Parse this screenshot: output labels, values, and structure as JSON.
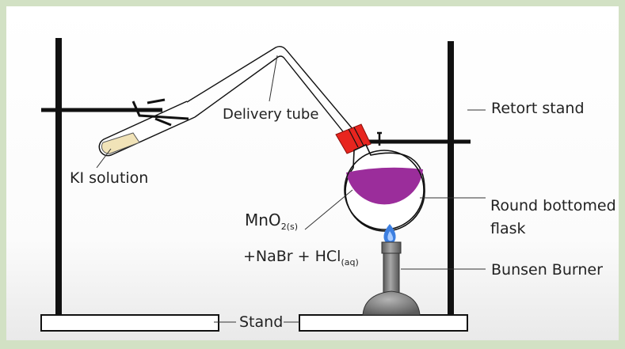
{
  "labels": {
    "delivery_tube": "Delivery tube",
    "retort_stand": "Retort stand",
    "ki_solution": "KI solution",
    "round_bottomed_flask": "Round bottomed flask",
    "mno2_main": "MnO",
    "mno2_sub": "2(s)",
    "reagents_main": "+NaBr + HCl",
    "reagents_sub": "(aq)",
    "bunsen_burner": "Bunsen Burner",
    "stand": "Stand"
  },
  "colors": {
    "background_border": "#d2e1c4",
    "panel": "#ffffff",
    "panel_bottom": "#ececec",
    "flask_liquid": "#9b2d9b",
    "ki_liquid": "#f1e3b8",
    "stopper": "#e8251f",
    "flame": "#3d7fe0",
    "burner": "#7a7a7a"
  }
}
